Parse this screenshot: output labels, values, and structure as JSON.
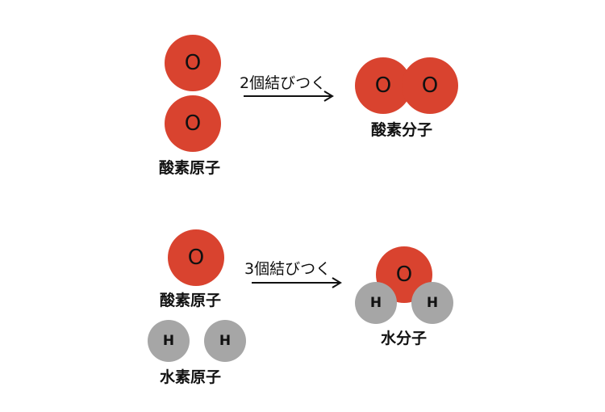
{
  "colors": {
    "oxygen": "#d9432f",
    "hydrogen": "#a6a6a6",
    "text": "#111111"
  },
  "top": {
    "atom_symbols": [
      "O",
      "O"
    ],
    "atom_label": "酸素原子",
    "arrow_label": "2個結びつく",
    "molecule_symbols": [
      "O",
      "O"
    ],
    "molecule_label": "酸素分子"
  },
  "bottom": {
    "oxygen_symbol": "O",
    "oxygen_label": "酸素原子",
    "hydrogen_symbols": [
      "H",
      "H"
    ],
    "hydrogen_label": "水素原子",
    "arrow_label": "3個結びつく",
    "molecule_symbols": {
      "o": "O",
      "h1": "H",
      "h2": "H"
    },
    "molecule_label": "水分子"
  }
}
